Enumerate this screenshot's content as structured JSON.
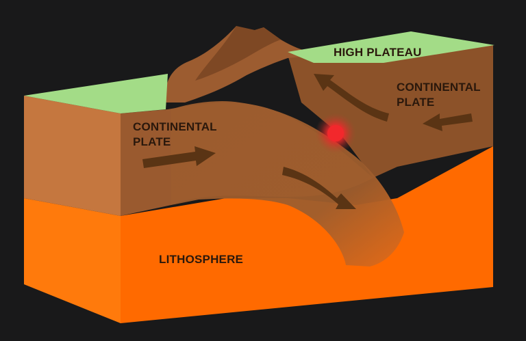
{
  "labels": {
    "continental_plate_left_line1": "CONTINENTAL",
    "continental_plate_left_line2": "PLATE",
    "continental_plate_right_line1": "CONTINENTAL",
    "continental_plate_right_line2": "PLATE",
    "high_plateau": "HIGH PLATEAU",
    "lithosphere": "LITHOSPHERE"
  },
  "colors": {
    "background": "#19191a",
    "grass_top": "#a3dc87",
    "plate_front": "#c3733d",
    "plate_side": "#9b5b30",
    "lithosphere_front": "#ff6f06",
    "lithosphere_side": "#f7610a",
    "subducting_slab": "#a0602f",
    "arrow": "#5a3414",
    "magma_spot": "#f2282c"
  }
}
